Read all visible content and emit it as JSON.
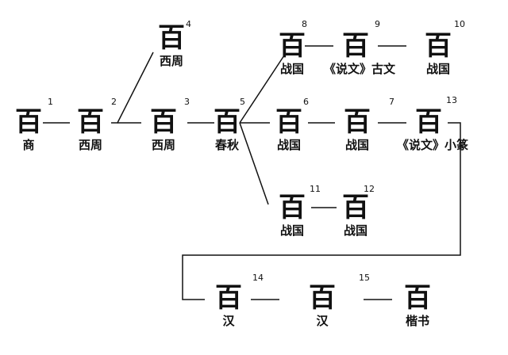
{
  "nodes": [
    {
      "num": "1",
      "glyph": "百",
      "label": "商"
    },
    {
      "num": "2",
      "glyph": "百",
      "label": "西周"
    },
    {
      "num": "3",
      "glyph": "百",
      "label": "西周"
    },
    {
      "num": "4",
      "glyph": "百",
      "label": "西周"
    },
    {
      "num": "5",
      "glyph": "百",
      "label": "春秋"
    },
    {
      "num": "6",
      "glyph": "百",
      "label": "战国"
    },
    {
      "num": "7",
      "glyph": "百",
      "label": "战国"
    },
    {
      "num": "8",
      "glyph": "百",
      "label": "战国"
    },
    {
      "num": "9",
      "glyph": "百",
      "label": "《说文》古文"
    },
    {
      "num": "10",
      "glyph": "百",
      "label": "战国"
    },
    {
      "num": "11",
      "glyph": "百",
      "label": "战国"
    },
    {
      "num": "12",
      "glyph": "百",
      "label": "战国"
    },
    {
      "num": "13",
      "glyph": "百",
      "label": "《说文》小篆"
    },
    {
      "num": "14",
      "glyph": "百",
      "label": "汉"
    },
    {
      "num": "15",
      "glyph": "百",
      "label": "汉"
    },
    {
      "num": "",
      "glyph": "百",
      "label": "楷书"
    }
  ]
}
